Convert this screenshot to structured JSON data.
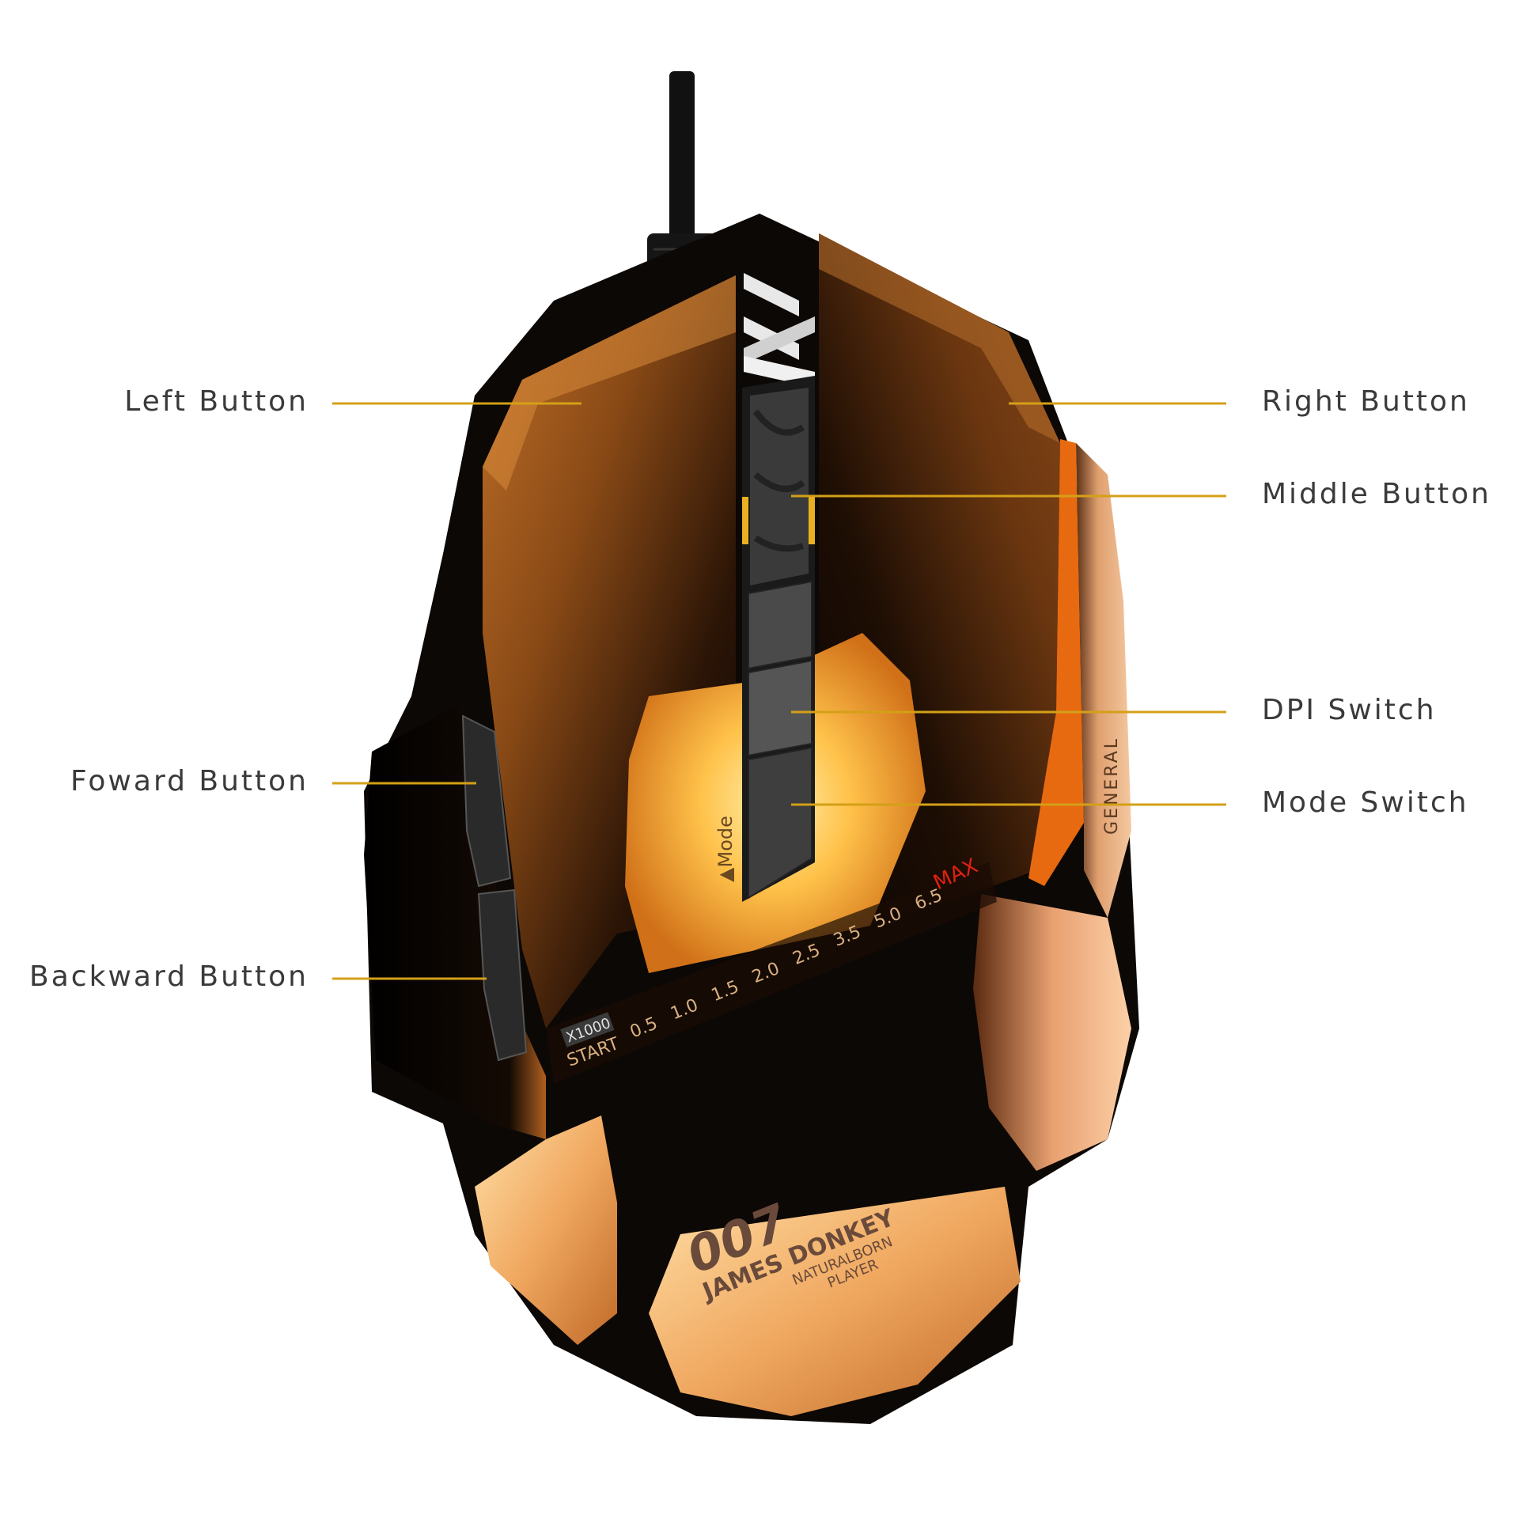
{
  "callouts": {
    "left_button": "Left Button",
    "right_button": "Right Button",
    "middle_button": "Middle Button",
    "dpi_switch": "DPI Switch",
    "mode_switch": "Mode Switch",
    "forward_button": "Foward Button",
    "backward_button": "Backward Button"
  },
  "mouse_markings": {
    "mode_label": "▲Mode",
    "side_brand": "GENERAL",
    "dpi_multiplier": "X1000",
    "dpi_start": "START",
    "dpi_scale": [
      "0.5",
      "1.0",
      "1.5",
      "2.0",
      "2.5",
      "3.5",
      "5.0",
      "6.5"
    ],
    "dpi_max": "MAX",
    "logo_number": "007",
    "logo_name": "JAMES DONKEY",
    "logo_tagline_1": "NATURALBORN",
    "logo_tagline_2": "PLAYER"
  },
  "colors": {
    "leader_line": "#d4a017",
    "label_text": "#3a3a3a",
    "max_text": "#e02010",
    "gold_light": "#ffd07a",
    "gold_mid": "#e89a2c",
    "gold_dark": "#7a3e10",
    "shell_black": "#0c0806"
  }
}
